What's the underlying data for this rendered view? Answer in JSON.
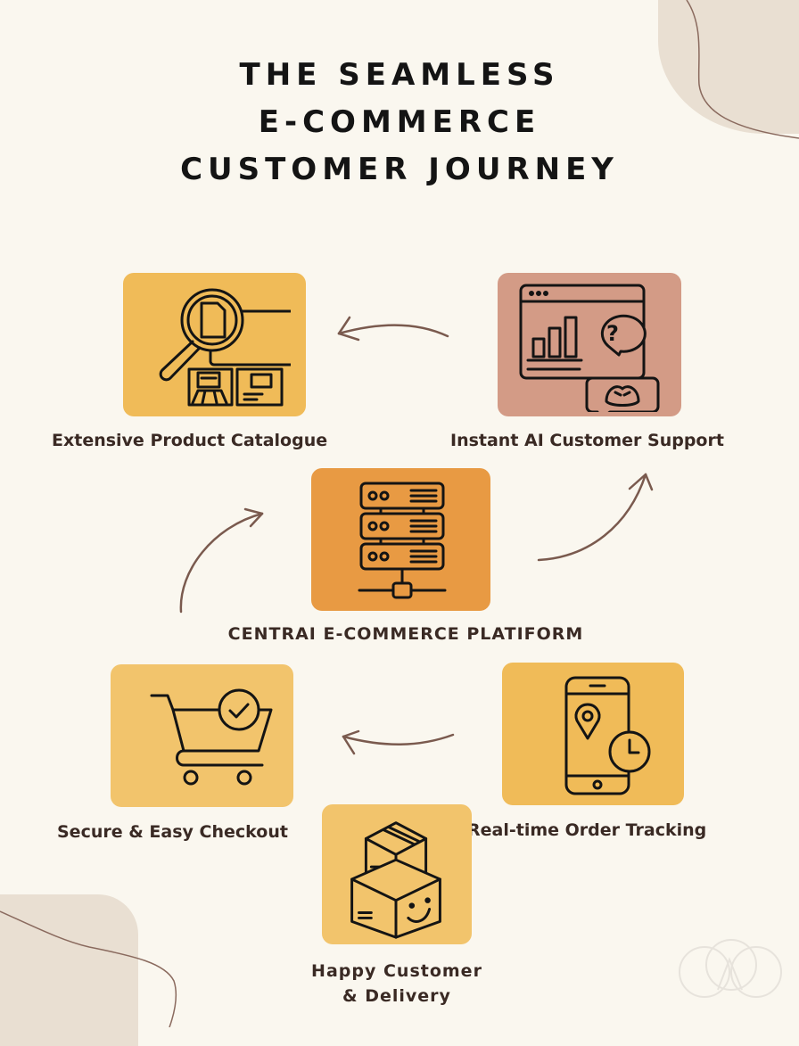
{
  "title": {
    "line1": "THE SEAMLESS",
    "line2": "E-COMMERCE",
    "line3": "CUSTOMER JOURNEY"
  },
  "colors": {
    "background": "#faf7ef",
    "card_gold": "#f0bb58",
    "card_rose": "#d39b86",
    "card_orange": "#e89a43",
    "card_light_gold": "#f2c46c",
    "text_dark": "#3a2a24",
    "arrow": "#7a5a4e"
  },
  "steps": [
    {
      "id": "catalogue",
      "label": "Extensive Product Catalogue",
      "icon": "magnifier-catalogue-icon"
    },
    {
      "id": "support",
      "label": "Instant AI Customer Support",
      "icon": "ai-chat-support-icon"
    },
    {
      "id": "platform",
      "label": "CENTRAI E-COMMERCE PLATIFORM",
      "icon": "server-network-icon"
    },
    {
      "id": "checkout",
      "label": "Secure & Easy Checkout",
      "icon": "cart-check-icon"
    },
    {
      "id": "tracking",
      "label": "Real-time Order Tracking",
      "icon": "phone-location-clock-icon"
    },
    {
      "id": "delivery",
      "label_line1": "Happy Customer",
      "label_line2": "& Delivery",
      "icon": "smiling-boxes-icon"
    }
  ]
}
